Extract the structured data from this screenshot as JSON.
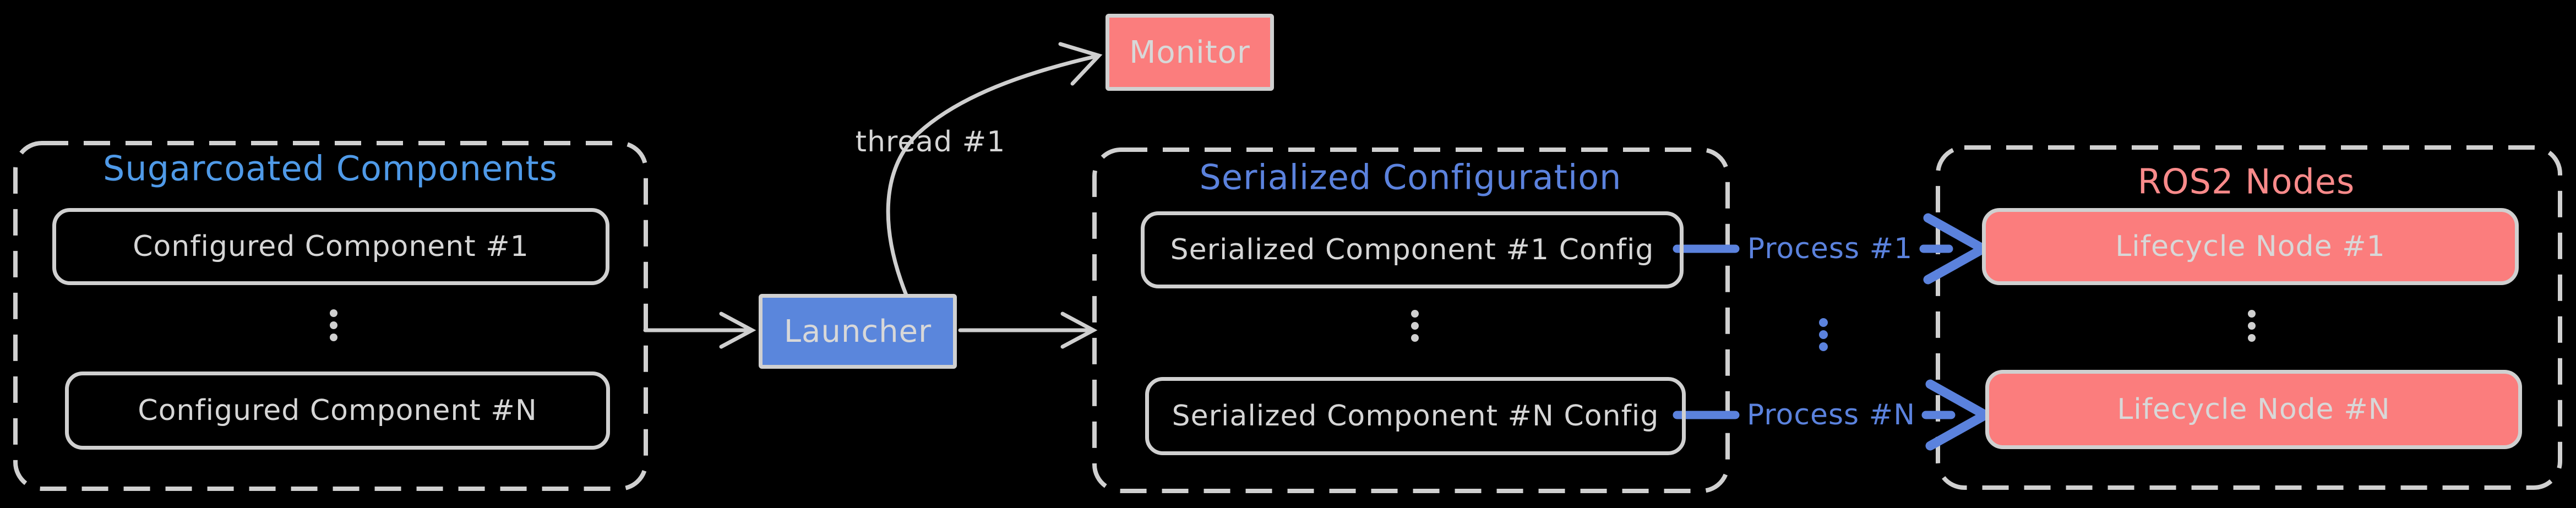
{
  "colors": {
    "background": "#000000",
    "stroke_gray": "#d0d0d0",
    "text_gray": "#d6d6d6",
    "cornflower_blue": "#5b82dd",
    "sky_blue": "#4f9ae8",
    "salmon": "#fb7d7d",
    "salmon_text": "#f98a8a"
  },
  "groups": {
    "sugarcoated": {
      "title": "Sugarcoated Components",
      "items": [
        "Configured Component #1",
        "Configured Component #N"
      ]
    },
    "serialized": {
      "title": "Serialized Configuration",
      "items": [
        "Serialized Component #1 Config",
        "Serialized Component #N Config"
      ]
    },
    "ros2": {
      "title": "ROS2 Nodes",
      "items": [
        "Lifecycle Node #1",
        "Lifecycle Node #N"
      ]
    }
  },
  "nodes": {
    "launcher": "Launcher",
    "monitor": "Monitor"
  },
  "edges": {
    "thread_label": "thread #1",
    "process1_label": "Process #1",
    "processN_label": "Process #N"
  }
}
